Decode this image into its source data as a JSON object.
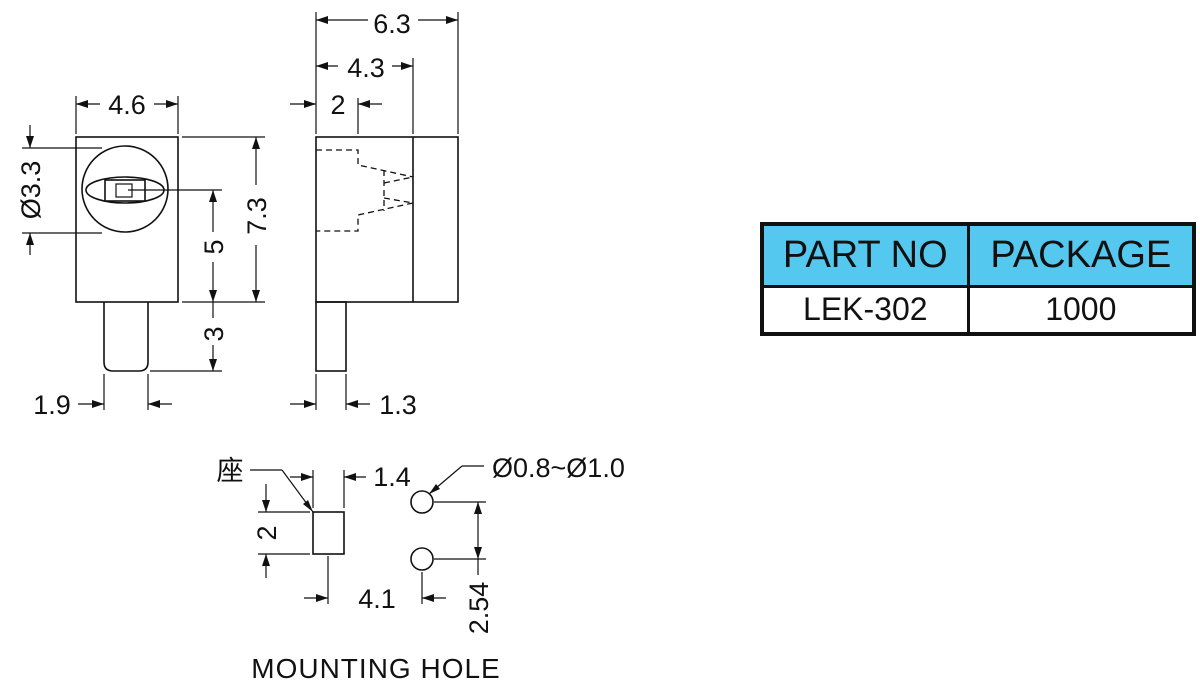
{
  "front_view": {
    "width": "4.6",
    "diameter": "Ø3.3",
    "height": "7.3",
    "center_height": "5",
    "pin_length": "3",
    "pin_width": "1.9"
  },
  "side_view": {
    "total_depth": "6.3",
    "depth": "4.3",
    "recess": "2",
    "pin_width": "1.3"
  },
  "mounting_hole": {
    "title": "MOUNTING HOLE",
    "seat_label": "座",
    "seat_width": "1.4",
    "seat_height": "2",
    "spacing": "4.1",
    "hole_diameter": "Ø0.8~Ø1.0",
    "pitch": "2.54"
  },
  "table": {
    "headers": [
      "PART NO",
      "PACKAGE"
    ],
    "rows": [
      [
        "LEK-302",
        "1000"
      ]
    ],
    "header_color": "#55c8ef"
  }
}
